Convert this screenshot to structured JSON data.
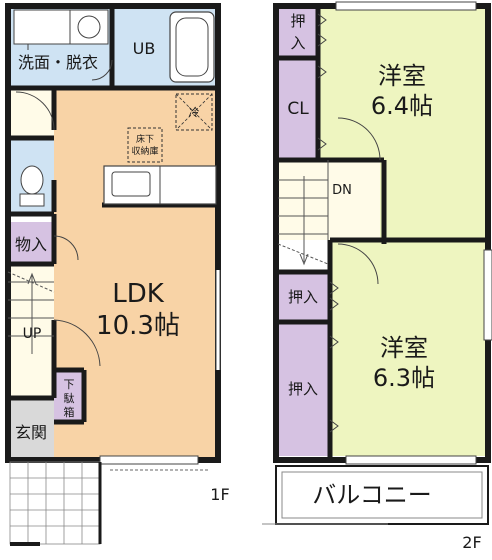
{
  "floor1": {
    "washroom": "洗面・脱衣",
    "unit_bath": "UB",
    "fridge": "冷",
    "underfloor_storage": [
      "床下",
      "収納庫"
    ],
    "storage": "物入",
    "stairs_up": "UP",
    "ldk_name": "LDK",
    "ldk_size": "10.3帖",
    "shoe_box": [
      "下",
      "駄",
      "箱"
    ],
    "entrance": "玄関",
    "floor_label": "1F"
  },
  "floor2": {
    "closet_top": [
      "押",
      "入"
    ],
    "closet_cl": "CL",
    "bedroom1_name": "洋室",
    "bedroom1_size": "6.4帖",
    "stairs_down": "DN",
    "closet_mid": "押入",
    "closet_lower": "押入",
    "bedroom2_name": "洋室",
    "bedroom2_size": "6.3帖",
    "balcony": "バルコニー",
    "floor_label": "2F"
  },
  "colors": {
    "ldk": "#f8d3a6",
    "bedroom": "#eef5c0",
    "wet_area": "#cfe3f3",
    "storage": "#d6c2e2",
    "entrance": "#d9d9d9",
    "hall": "#fffbe8",
    "wall": "#1a1a1a"
  }
}
